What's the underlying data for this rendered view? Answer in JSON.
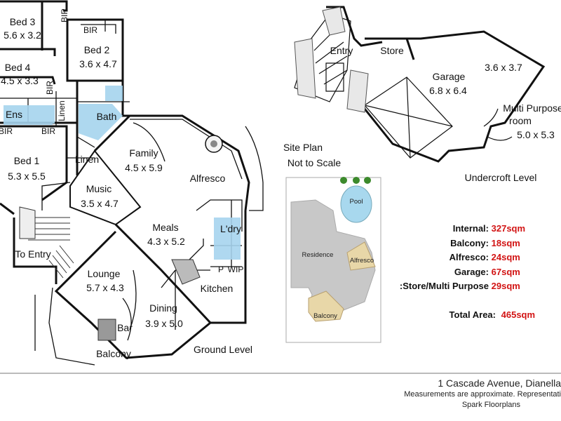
{
  "rooms": {
    "bed3": {
      "name": "Bed 3",
      "size": "5.6 x 3.2"
    },
    "bed2": {
      "name": "Bed 2",
      "size": "3.6 x 4.7"
    },
    "bed4": {
      "name": "Bed 4",
      "size": "4.5 x 3.3"
    },
    "bed1": {
      "name": "Bed 1",
      "size": "5.3 x 5.5"
    },
    "family": {
      "name": "Family",
      "size": "4.5 x 5.9"
    },
    "music": {
      "name": "Music",
      "size": "3.5 x 4.7"
    },
    "meals": {
      "name": "Meals",
      "size": "4.3 x 5.2"
    },
    "lounge": {
      "name": "Lounge",
      "size": "5.7 x 4.3"
    },
    "dining": {
      "name": "Dining",
      "size": "3.9 x 5.0"
    },
    "garage": {
      "name": "Garage",
      "size": "6.8 x 6.4"
    },
    "store_room": {
      "size": "3.6 x 3.7"
    },
    "multi": {
      "name1": "Multi Purpose",
      "name2": "room",
      "size": "5.0 x 5.3"
    }
  },
  "labels": {
    "bir1": "BIR",
    "bir2": "BIR",
    "bir3": "BIR",
    "bir4": "BIR",
    "bir5": "BIR",
    "bath": "Bath",
    "ens": "Ens",
    "linen1": "Linen",
    "linen2": "Linen",
    "alfresco": "Alfresco",
    "laundry": "L'dry",
    "wip": "WIP",
    "p": "P",
    "kitchen": "Kitchen",
    "bar": "Bar",
    "balcony": "Balcony",
    "to_entry": "To Entry",
    "entry": "Entry",
    "store": "Store"
  },
  "levels": {
    "ground": "Ground Level",
    "undercroft": "Undercroft Level"
  },
  "site_plan": {
    "title1": "Site Plan",
    "title2": "Not to Scale",
    "pool": "Pool",
    "residence": "Residence",
    "alfresco": "Alfresco",
    "balcony": "Balcony"
  },
  "areas": [
    {
      "label": "Internal:",
      "value": "327sqm"
    },
    {
      "label": "Balcony:",
      "value": "18sqm"
    },
    {
      "label": "Alfresco:",
      "value": "24sqm"
    },
    {
      "label": "Garage:",
      "value": "67sqm"
    },
    {
      "label": "Store/Multi Purpose:",
      "value": "29sqm"
    }
  ],
  "total": {
    "label": "Total Area:",
    "value": "465sqm"
  },
  "footer": {
    "address": "1 Cascade Avenue, Dianella",
    "note": "Measurements are approximate. Representati",
    "credit": "Spark Floorplans"
  },
  "colors": {
    "wet_area": "#a6d4ee",
    "site_building": "#c8c8c8",
    "balcony_fill": "#e8d7a8",
    "pool": "#a8d8ee",
    "accent": "#d21414"
  }
}
